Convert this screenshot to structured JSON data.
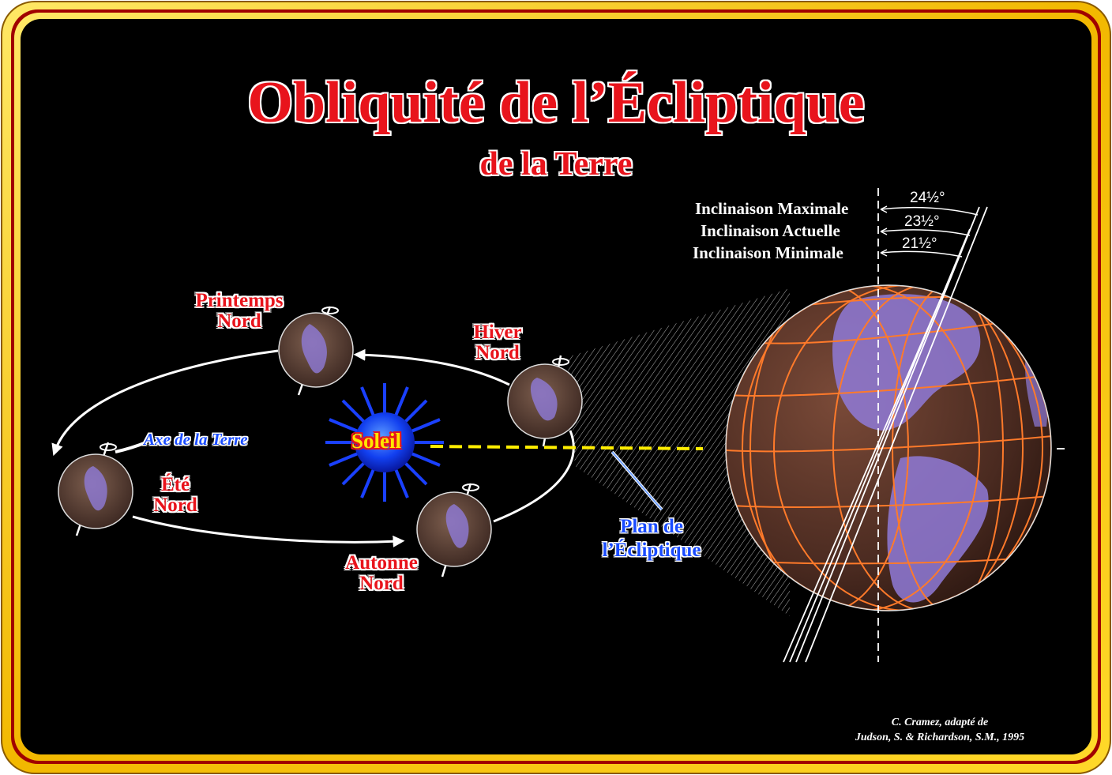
{
  "title": "Obliquité de l’Écliptique",
  "subtitle": "de la Terre",
  "seasons": {
    "printemps": [
      "Printemps",
      "Nord"
    ],
    "hiver": [
      "Hiver",
      "Nord"
    ],
    "ete": [
      "Été",
      "Nord"
    ],
    "autonne": [
      "Autonne",
      "Nord"
    ]
  },
  "sun_label": "Soleil",
  "axis_label": "Axe de la Terre",
  "ecliptic_plane": [
    "Plan de",
    "l’Écliptique"
  ],
  "inclinations": {
    "max_label": "Inclinaison Maximale",
    "current_label": "Inclinaison Actuelle",
    "min_label": "Inclinaison Minimale",
    "max_value": "24½°",
    "current_value": "23½°",
    "min_value": "21½°"
  },
  "credit": [
    "C. Cramez, adapté de",
    "Judson, S. & Richardson, S.M., 1995"
  ],
  "colors": {
    "frame_gold": "#f5c400",
    "frame_red": "#b00000",
    "title_red": "#e8141c",
    "sun_blue": "#1a40ff",
    "ecliptic_yellow": "#ffee00",
    "grid_orange": "#ff7a2a",
    "land_purple": "#8f7ad8"
  }
}
